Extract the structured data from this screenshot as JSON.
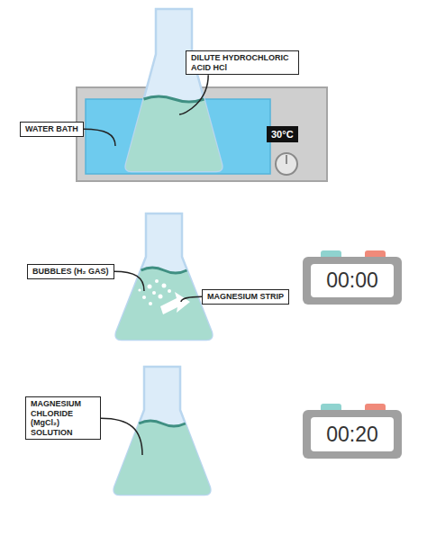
{
  "diagram": {
    "nodes": [
      {
        "text": [
          "DILUTE HYDROCHLORIC ACID HCl"
        ]
      },
      {
        "text": [
          "WATER BATH"
        ]
      },
      {
        "text": [
          "30°C"
        ]
      },
      {
        "text": [
          "BUBBLES (H₂ GAS)"
        ]
      },
      {
        "text": [
          "MAGNESIUM STRIP"
        ]
      },
      {
        "text": [
          "00:00"
        ]
      },
      {
        "text": [
          "MAGNESIUM CHLORIDE (MgCl₂) SOLUTION"
        ]
      },
      {
        "text": [
          "00:20"
        ]
      }
    ]
  }
}
